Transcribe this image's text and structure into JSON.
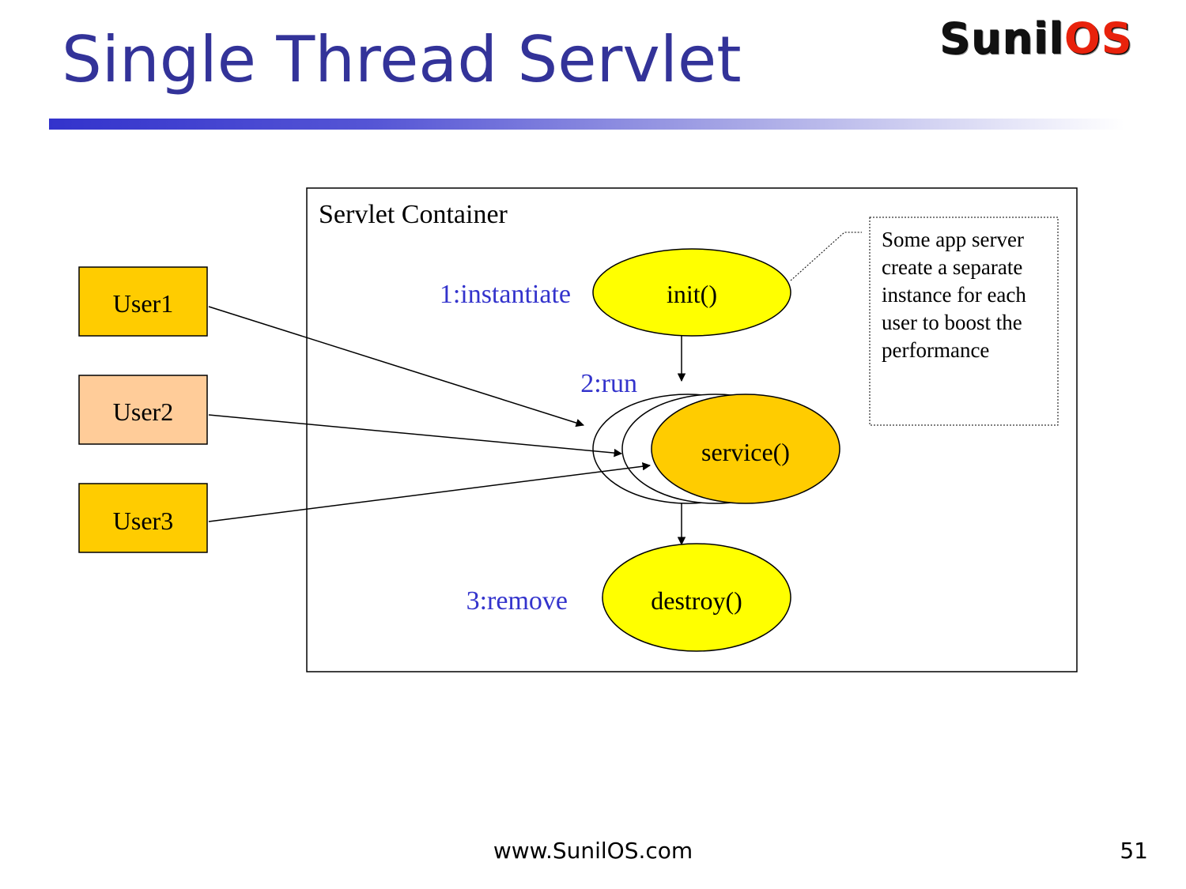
{
  "slide": {
    "title": "Single Thread Servlet",
    "logo_part1": "Sunil",
    "logo_part2": "OS",
    "footer_url": "www.SunilOS.com",
    "page_number": "51"
  },
  "diagram": {
    "container_label": "Servlet Container",
    "users": [
      "User1",
      "User2",
      "User3"
    ],
    "lifecycle": {
      "init": "init()",
      "service": "service()",
      "destroy": "destroy()"
    },
    "steps": {
      "instantiate": "1:instantiate",
      "run": "2:run",
      "remove": "3:remove"
    },
    "note_lines": [
      "Some app server",
      "create a separate",
      "instance for each",
      "user to boost the",
      "performance"
    ]
  },
  "colors": {
    "title": "#333399",
    "step_label": "#3333cc",
    "user_gold": "#ffcc00",
    "user_peach": "#ffcc99",
    "init_fill": "#ffff00",
    "service_fill": "#ffcc00",
    "destroy_fill": "#ffff00"
  }
}
